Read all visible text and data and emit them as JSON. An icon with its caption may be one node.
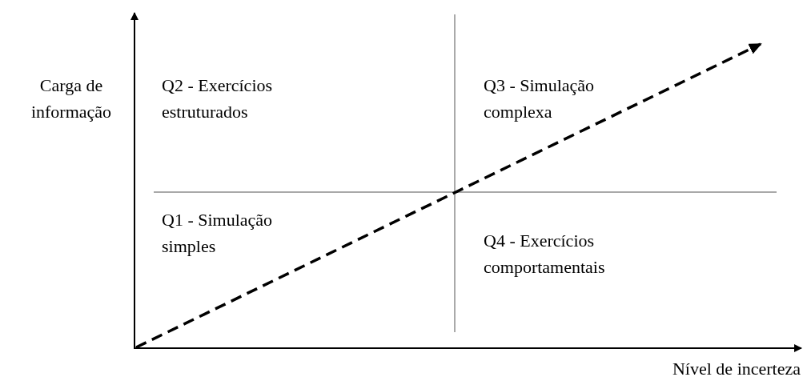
{
  "diagram": {
    "labels": [
      "Carga de informação",
      "Q2 - Exercícios estruturados",
      "Q3 - Simulação complexa",
      "Q1 - Simulação simples",
      "Q4 - Exercícios comportamentais",
      "Nível de incerteza"
    ]
  }
}
